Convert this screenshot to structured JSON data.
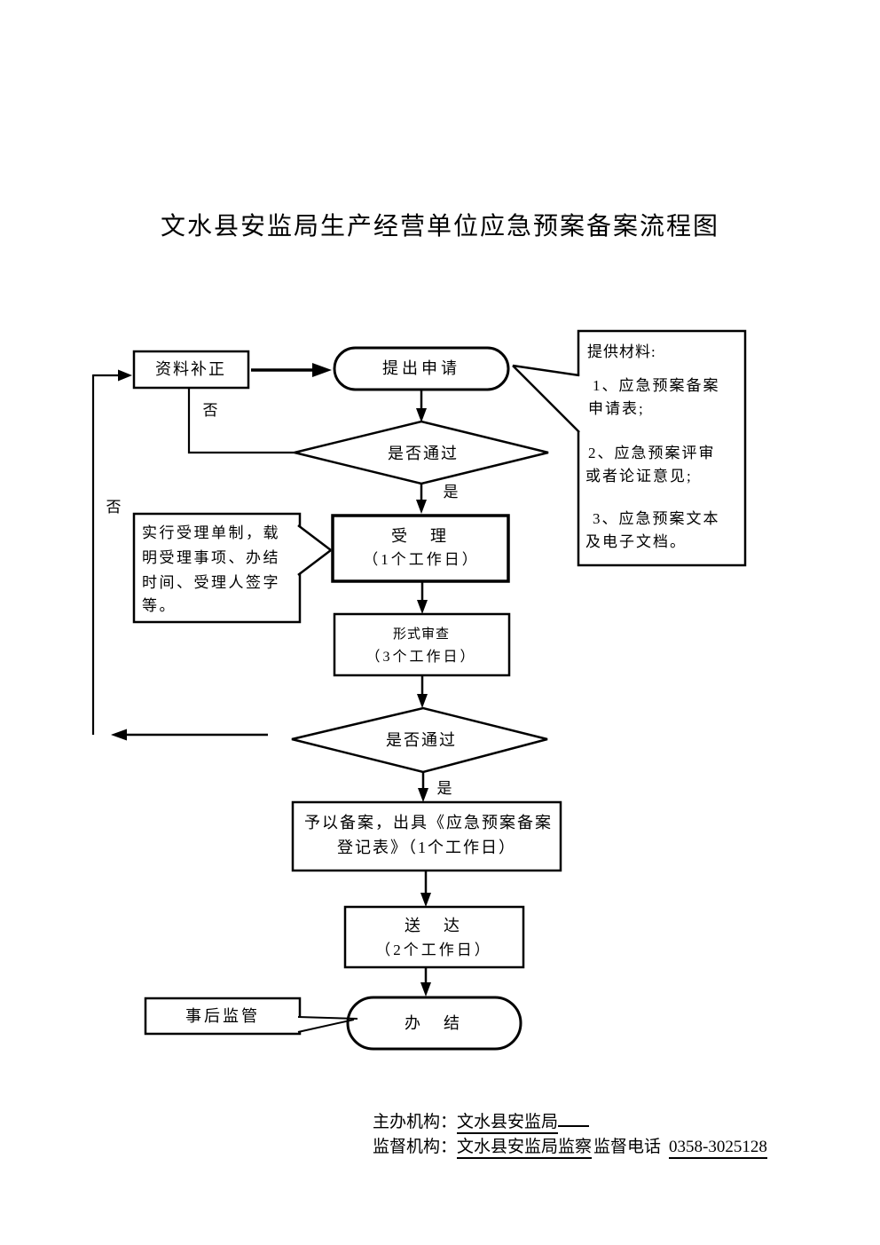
{
  "title": "文水县安监局生产经营单位应急预案备案流程图",
  "colors": {
    "ink": "#000000",
    "paper": "#ffffff"
  },
  "flow": {
    "supplement": "资料补正",
    "apply": "提出申请",
    "decision1": "是否通过",
    "decision1_no": "否",
    "decision1_yes": "是",
    "accept_title": "受　理",
    "accept_duration": "（1个工作日）",
    "review_title": "形式审查",
    "review_duration": "（3个工作日）",
    "decision2": "是否通过",
    "decision2_no": "否",
    "decision2_yes": "是",
    "register_line1": "予以备案，出具《应急预案备案",
    "register_line2": "登记表》（1个工作日）",
    "deliver_title": "送　达",
    "deliver_duration": "（2个工作日）",
    "finish": "办　结",
    "post_supervision": "事后监管"
  },
  "materials_note": {
    "lines": [
      "提供材料:",
      "1、应急预案备案",
      "申请表;",
      "2、应急预案评审",
      "或者论证意见;",
      "3、应急预案文本",
      "及电子文档。"
    ]
  },
  "acceptance_note": {
    "lines": [
      "实行受理单制，载",
      "明受理事项、办结",
      "时间、受理人签字",
      "等。"
    ]
  },
  "footer": {
    "host_label": "主办机构：",
    "host_value": "文水县安监局",
    "supervisor_label": "监督机构：",
    "supervisor_value": "文水县安监局监察",
    "phone_label": "监督电话",
    "phone_number": "0358-3025128"
  }
}
